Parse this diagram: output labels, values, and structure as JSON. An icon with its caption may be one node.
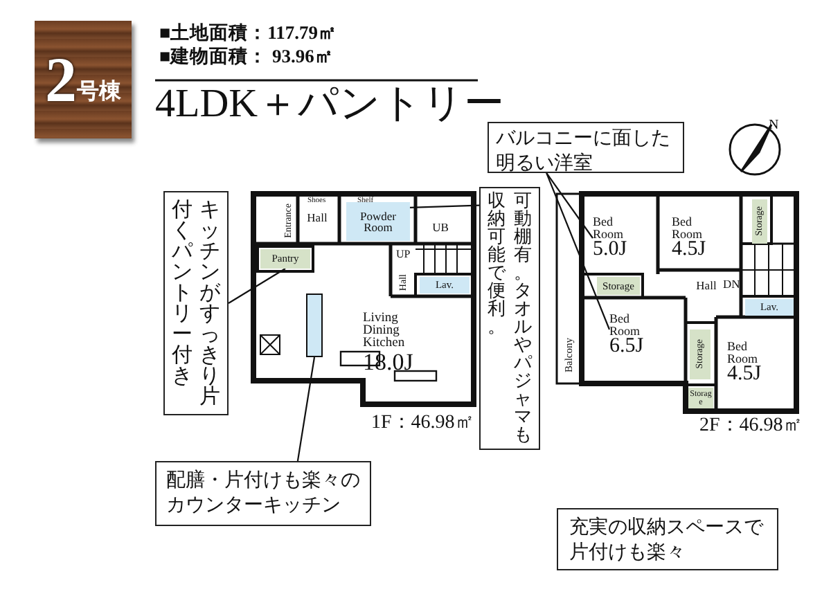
{
  "diagram": {
    "title": "4LDK＋パントリー",
    "nodes": [
      {
        "text": [
          "2",
          "号棟"
        ]
      },
      {
        "text": [
          "キッチンがすっきり片付くパントリー付き"
        ]
      },
      {
        "text": [
          "Entrance"
        ]
      },
      {
        "text": [
          "Hall"
        ]
      },
      {
        "text": [
          "Powder Room"
        ]
      },
      {
        "text": [
          "UB"
        ]
      },
      {
        "text": [
          "Pantry"
        ]
      },
      {
        "text": [
          "Hall"
        ]
      },
      {
        "text": [
          "Lav."
        ]
      },
      {
        "text": [
          "Living Dining Kitchen",
          "18.0J"
        ]
      },
      {
        "text": [],
        "shape": "box"
      },
      {
        "text": [
          "可動棚有。タオルやパジャマも収納可能で便利。"
        ]
      },
      {
        "text": [
          "バルコニーに面した明るい洋室"
        ]
      },
      {
        "text": [
          "Bed Room",
          "5.0J"
        ]
      },
      {
        "text": [
          "Bed Room",
          "4.5J"
        ]
      },
      {
        "text": [
          "Storage"
        ]
      },
      {
        "text": [
          "Storage"
        ]
      },
      {
        "text": [
          "Hall"
        ]
      },
      {
        "text": [
          "Balcony"
        ]
      },
      {
        "text": [
          "Lav."
        ]
      },
      {
        "text": [
          "Bed Room",
          "6.5J"
        ]
      },
      {
        "text": [
          "Storage"
        ]
      },
      {
        "text": [
          "Bed Room",
          "4.5J"
        ]
      },
      {
        "text": [
          "Storage"
        ]
      },
      {
        "text": [
          "配膳・片付けも楽々のカウンターキッチン"
        ]
      },
      {
        "text": [
          "充実の収納スペースで片付けも楽々"
        ]
      }
    ],
    "edges": [
      {
        "from": 1,
        "to": 6,
        "arrow": "none"
      },
      {
        "from": 11,
        "to": 4,
        "arrow": "none"
      },
      {
        "from": 12,
        "to": 13,
        "arrow": "none"
      },
      {
        "from": 12,
        "to": 20,
        "arrow": "none"
      },
      {
        "from": 24,
        "to": 10,
        "arrow": "none"
      }
    ],
    "labels": [
      "■土地面積：117.79㎡",
      "■建物面積： 93.96㎡",
      "Shoes",
      "Shelf",
      "UP",
      "1F：46.98㎡",
      "N",
      "DN",
      "2F：46.98㎡"
    ]
  }
}
